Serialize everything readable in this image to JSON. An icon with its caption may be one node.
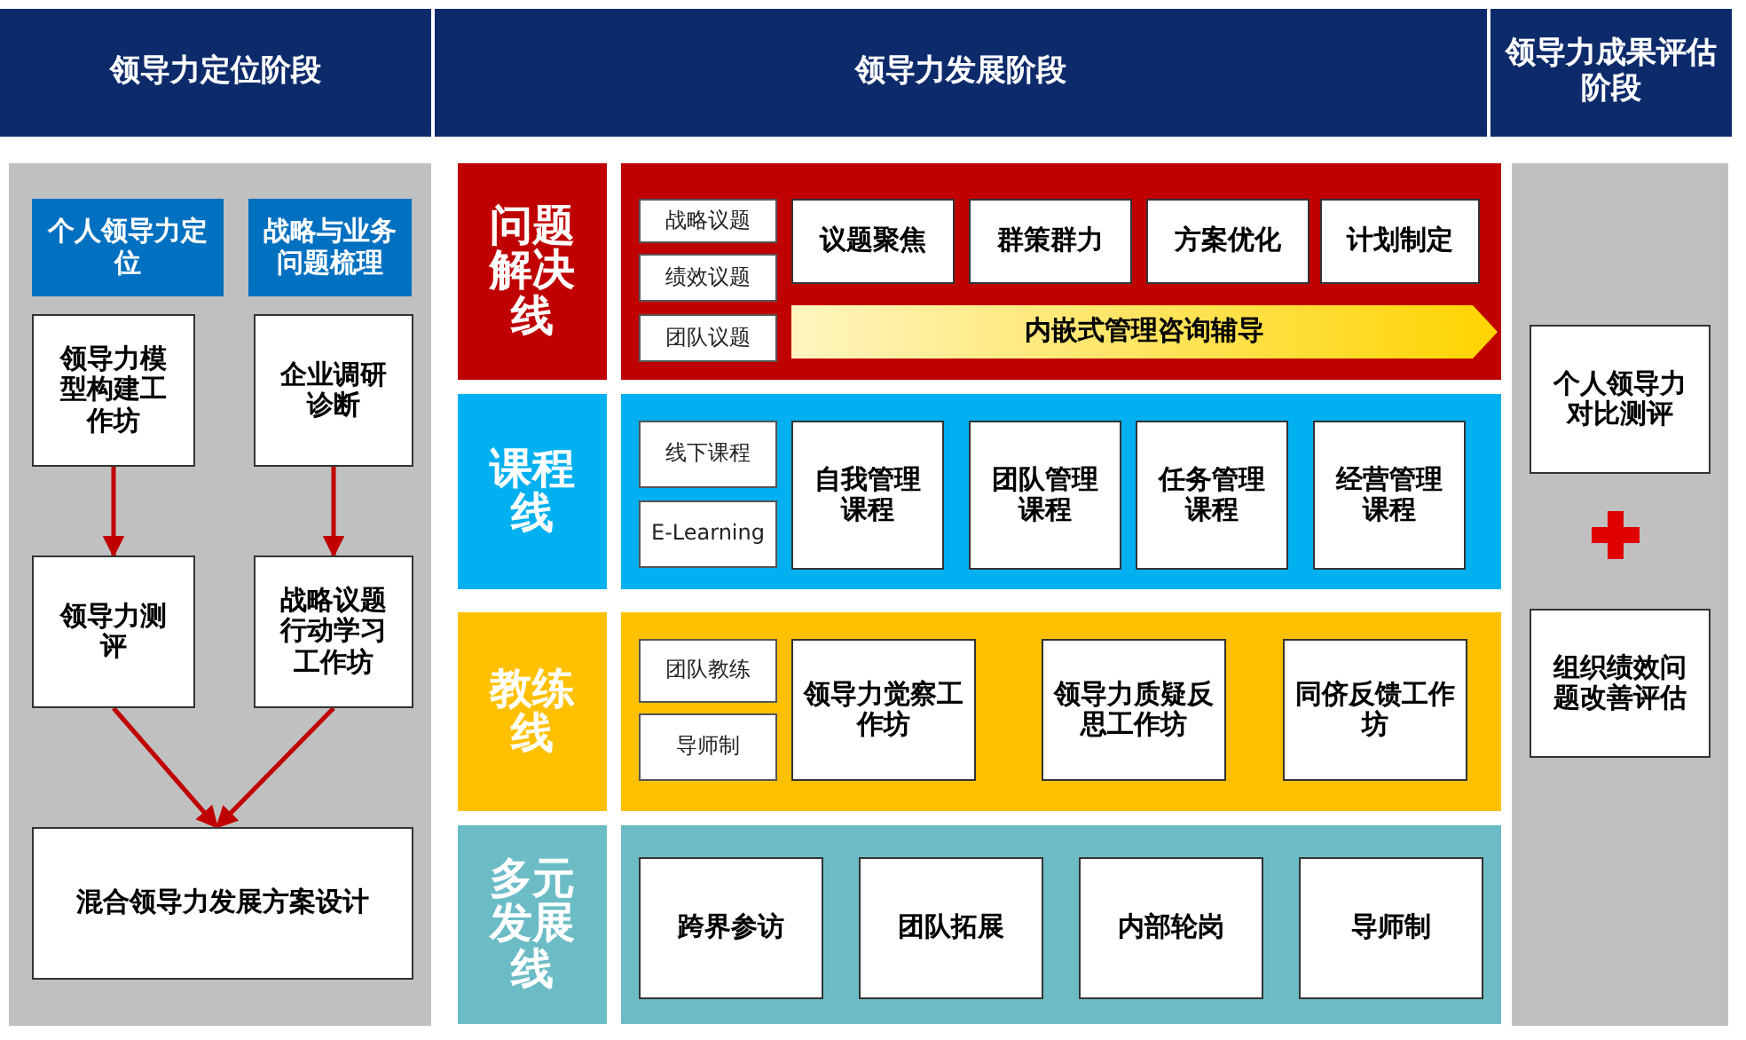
{
  "diagram": {
    "nodes": [
      {
        "text": [
          "领导力定位阶段"
        ]
      },
      {
        "text": [
          "领导力发展阶段"
        ]
      },
      {
        "text": [
          "领导力成果评估阶段"
        ]
      },
      {
        "text": [
          "个人领导力定位"
        ]
      },
      {
        "text": [
          "战略与业务问题梳理"
        ]
      },
      {
        "text": [
          "领导力模型构建工作坊"
        ]
      },
      {
        "text": [
          "企业调研诊断"
        ]
      },
      {
        "text": [
          "领导力测评"
        ]
      },
      {
        "text": [
          "战略议题行动学习工作坊"
        ]
      },
      {
        "text": [
          "混合领导力发展方案设计"
        ]
      },
      {
        "text": [
          "问题解决线"
        ]
      },
      {
        "text": [
          "战略议题"
        ]
      },
      {
        "text": [
          "绩效议题"
        ]
      },
      {
        "text": [
          "团队议题"
        ]
      },
      {
        "text": [
          "议题聚焦"
        ]
      },
      {
        "text": [
          "群策群力"
        ]
      },
      {
        "text": [
          "方案优化"
        ]
      },
      {
        "text": [
          "计划制定"
        ]
      },
      {
        "text": [
          "内嵌式管理咨询辅导"
        ]
      },
      {
        "text": [
          "课程线"
        ]
      },
      {
        "text": [
          "线下课程"
        ]
      },
      {
        "text": [
          "E-Learning"
        ]
      },
      {
        "text": [
          "自我管理课程"
        ]
      },
      {
        "text": [
          "团队管理课程"
        ]
      },
      {
        "text": [
          "任务管理课程"
        ]
      },
      {
        "text": [
          "经营管理课程"
        ]
      },
      {
        "text": [
          "教练线"
        ]
      },
      {
        "text": [
          "团队教练"
        ]
      },
      {
        "text": [
          "导师制"
        ]
      },
      {
        "text": [
          "领导力觉察工作坊"
        ]
      },
      {
        "text": [
          "领导力质疑反思工作坊"
        ]
      },
      {
        "text": [
          "同侪反馈工作坊"
        ]
      },
      {
        "text": [
          "多元发展线"
        ]
      },
      {
        "text": [
          "跨界参访"
        ]
      },
      {
        "text": [
          "团队拓展"
        ]
      },
      {
        "text": [
          "内部轮岗"
        ]
      },
      {
        "text": [
          "导师制"
        ]
      },
      {
        "text": [
          "个人领导力对比测评"
        ]
      },
      {
        "text": [
          "组织绩效问题改善评估"
        ]
      }
    ],
    "edges": [
      {
        "from": 5,
        "to": 7,
        "arrow": "to"
      },
      {
        "from": 6,
        "to": 8,
        "arrow": "to"
      },
      {
        "from": 7,
        "to": 9,
        "arrow": "to"
      },
      {
        "from": 8,
        "to": 9,
        "arrow": "to"
      }
    ]
  }
}
